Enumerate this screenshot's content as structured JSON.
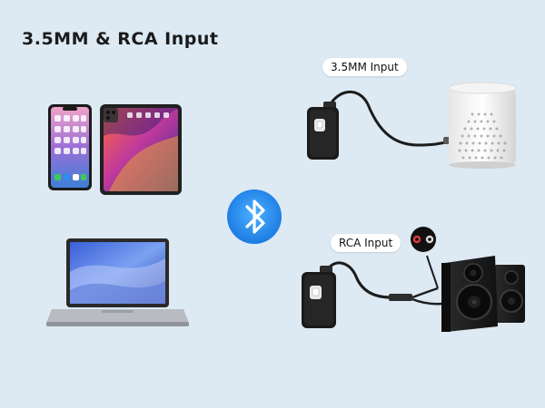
{
  "headline": "3.5MM & RCA Input",
  "labels": {
    "aux": "3.5MM Input",
    "rca": "RCA Input"
  },
  "icons": {
    "bluetooth": "bluetooth-icon"
  },
  "colors": {
    "background": "#dde9f3",
    "bluetooth_blue": "#1f8ff2",
    "device_black": "#1a1a1a"
  }
}
